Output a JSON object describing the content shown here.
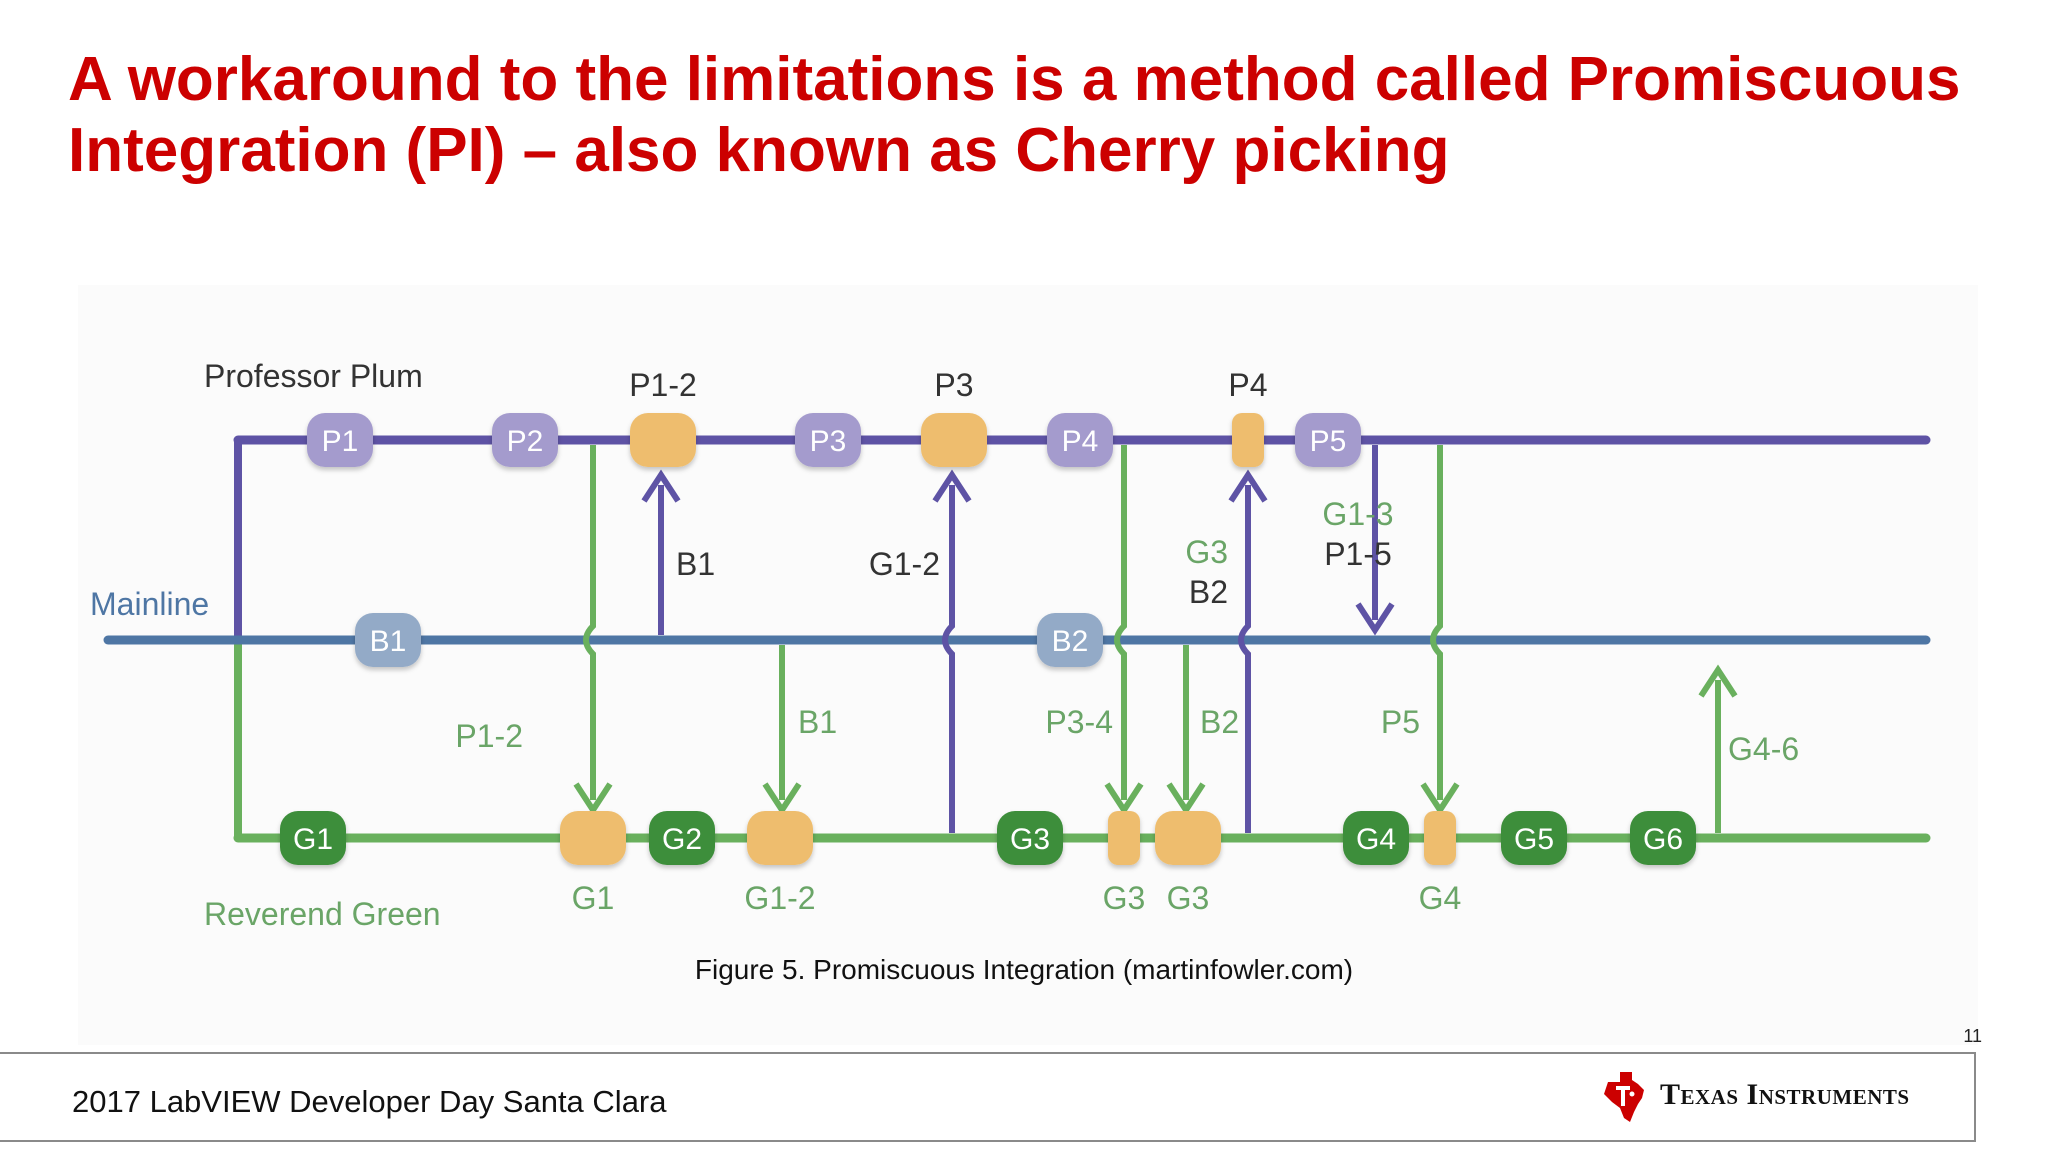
{
  "title": "A workaround to the limitations is a method called Promiscuous Integration (PI) – also known as Cherry picking",
  "caption": "Figure 5. Promiscuous Integration (martinfowler.com)",
  "page_number": "11",
  "footer_text": "2017 LabVIEW Developer Day Santa Clara",
  "logo_text": "Texas Instruments",
  "colors": {
    "title": "#cc0000",
    "plum_line": "#5e53a5",
    "plum_commit": "#a49bcd",
    "mainline": "#4e76a4",
    "mainline_commit": "#93aac7",
    "green_line": "#69b05d",
    "green_commit": "#3e8e3b",
    "cherry_commit": "#eebd6e",
    "label_plum": "#333333",
    "label_green": "#6aa567",
    "logo_red": "#cc0000"
  },
  "diagram": {
    "lanes": [
      {
        "name": "Professor Plum"
      },
      {
        "name": "Mainline"
      },
      {
        "name": "Reverend Green"
      }
    ],
    "commits": [
      {
        "lane": 0,
        "label": "P1",
        "kind": "regular"
      },
      {
        "lane": 0,
        "label": "P2",
        "kind": "regular"
      },
      {
        "lane": 0,
        "label": "",
        "kind": "merge",
        "above": "P1-2"
      },
      {
        "lane": 0,
        "label": "P3",
        "kind": "regular"
      },
      {
        "lane": 0,
        "label": "",
        "kind": "merge",
        "above": "P3"
      },
      {
        "lane": 0,
        "label": "P4",
        "kind": "regular"
      },
      {
        "lane": 0,
        "label": "",
        "kind": "merge-small",
        "above": "P4"
      },
      {
        "lane": 0,
        "label": "P5",
        "kind": "regular"
      },
      {
        "lane": 1,
        "label": "B1",
        "kind": "regular"
      },
      {
        "lane": 1,
        "label": "B2",
        "kind": "regular"
      },
      {
        "lane": 2,
        "label": "G1",
        "kind": "regular"
      },
      {
        "lane": 2,
        "label": "",
        "kind": "merge",
        "below": "G1"
      },
      {
        "lane": 2,
        "label": "G2",
        "kind": "regular"
      },
      {
        "lane": 2,
        "label": "",
        "kind": "merge",
        "below": "G1-2"
      },
      {
        "lane": 2,
        "label": "G3",
        "kind": "regular"
      },
      {
        "lane": 2,
        "label": "",
        "kind": "merge-small",
        "below": "G3"
      },
      {
        "lane": 2,
        "label": "",
        "kind": "merge",
        "below": "G3"
      },
      {
        "lane": 2,
        "label": "G4",
        "kind": "regular"
      },
      {
        "lane": 2,
        "label": "",
        "kind": "merge-small",
        "below": "G4"
      },
      {
        "lane": 2,
        "label": "G5",
        "kind": "regular"
      },
      {
        "lane": 2,
        "label": "G6",
        "kind": "regular"
      }
    ],
    "transfers": [
      {
        "label": "P1-2",
        "from": "Professor Plum",
        "to": "Reverend Green"
      },
      {
        "label": "B1",
        "from": "Mainline",
        "to": "Professor Plum"
      },
      {
        "label": "B1",
        "from": "Mainline",
        "to": "Reverend Green"
      },
      {
        "label": "G1-2",
        "from": "Reverend Green",
        "to": "Professor Plum"
      },
      {
        "label": "P3-4",
        "from": "Professor Plum",
        "to": "Reverend Green"
      },
      {
        "label": "B2",
        "from": "Mainline",
        "to": "Reverend Green"
      },
      {
        "label": "G3\nB2",
        "from": "Reverend Green",
        "to": "Professor Plum"
      },
      {
        "label": "G1-3\nP1-5",
        "from": "Professor Plum",
        "to": "Mainline"
      },
      {
        "label": "P5",
        "from": "Professor Plum",
        "to": "Reverend Green"
      },
      {
        "label": "G4-6",
        "from": "Reverend Green",
        "to": "Mainline"
      }
    ]
  }
}
